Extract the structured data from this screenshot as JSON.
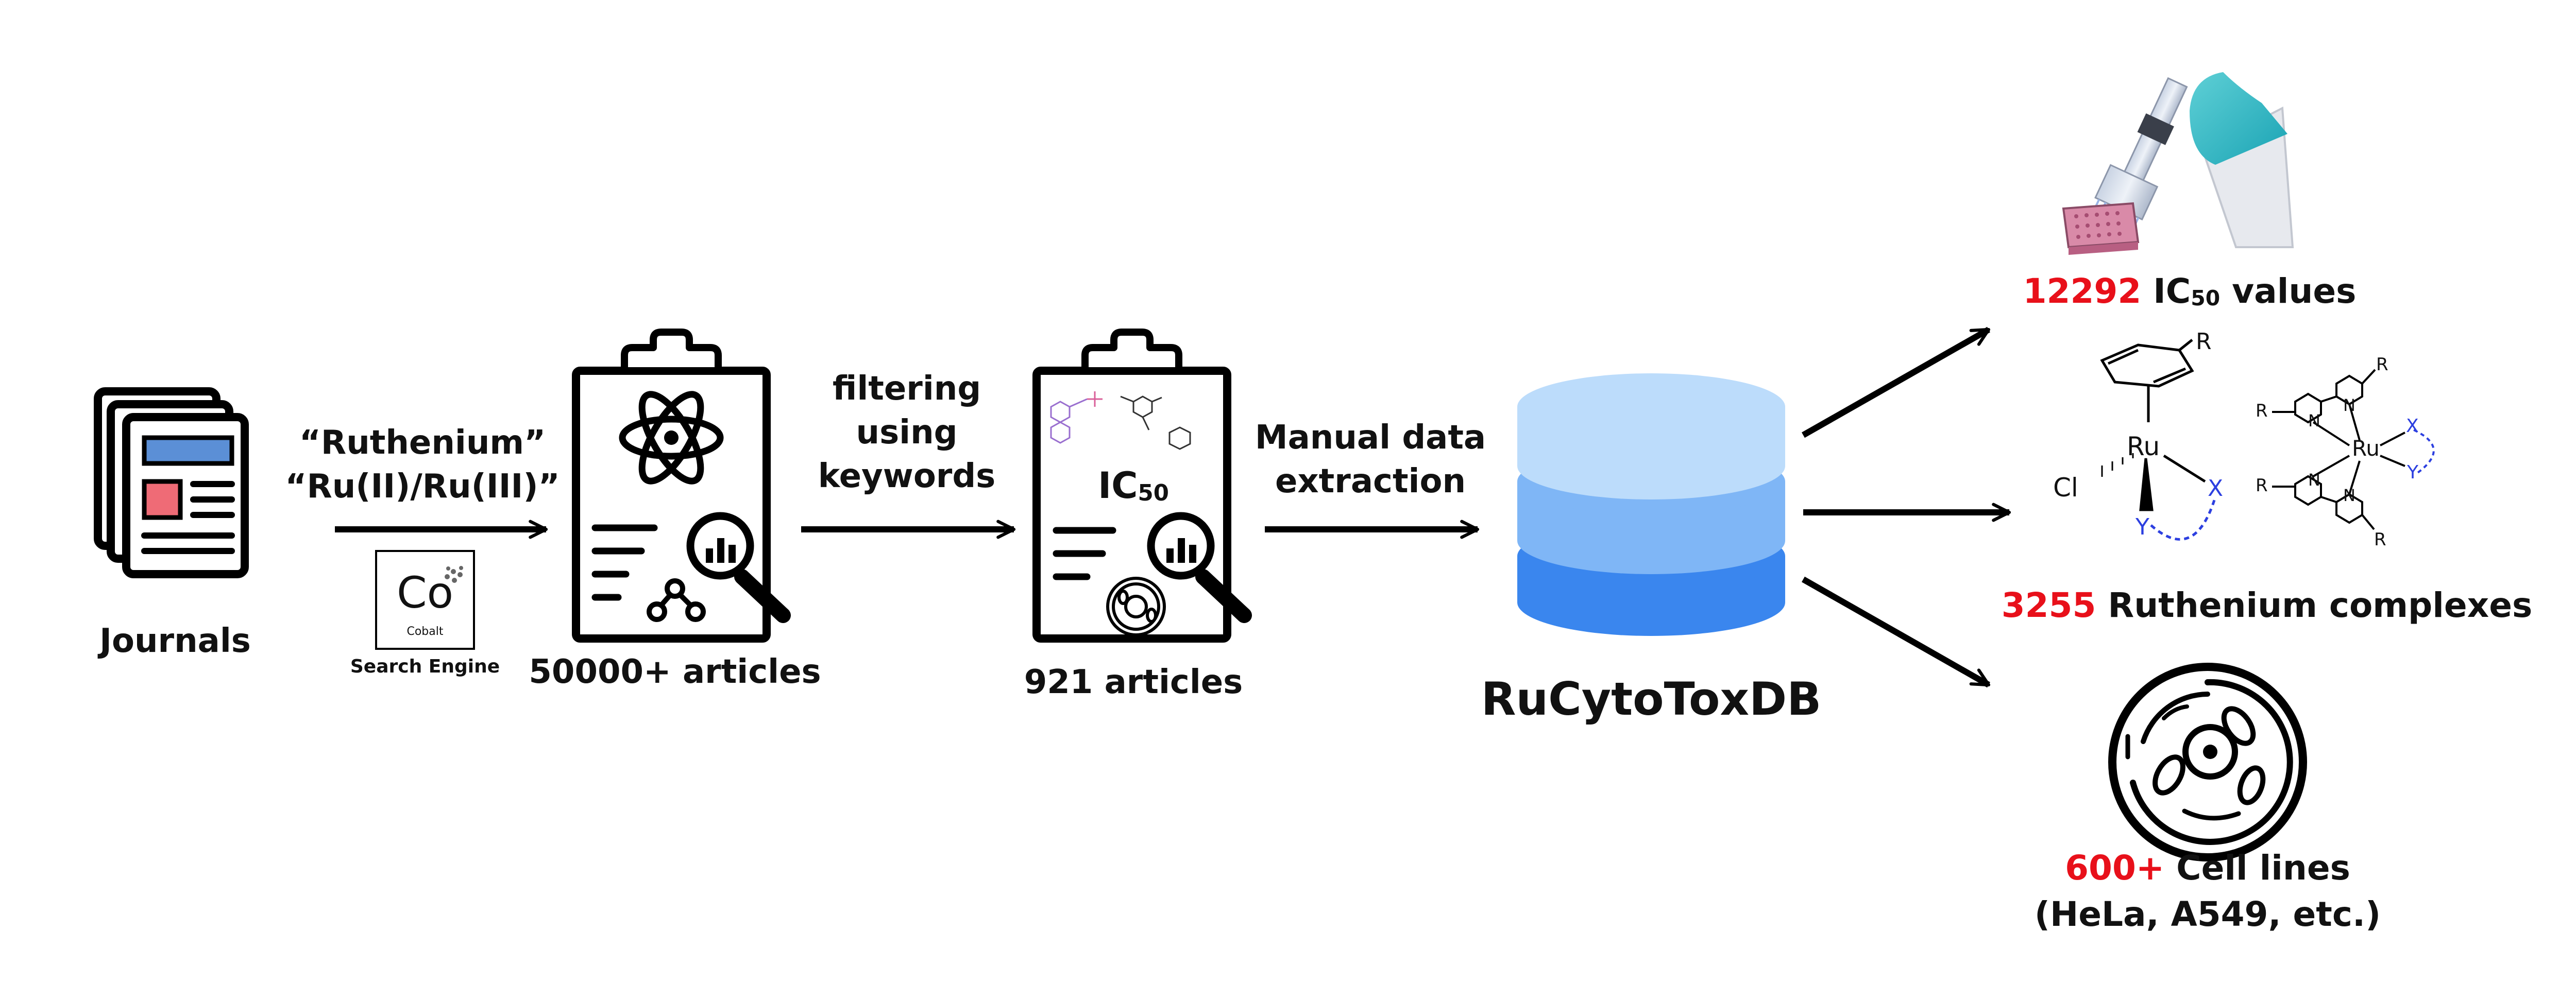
{
  "source": {
    "journals_label": "Journals",
    "search_terms": [
      "“Ruthenium”",
      "“Ru(II)/Ru(III)”"
    ],
    "search_engine": {
      "logo_symbol": "Co",
      "logo_subtitle": "Cobalt",
      "label": "Search Engine"
    }
  },
  "stage_all": {
    "label": "50000+ articles"
  },
  "filter_step": {
    "lines": [
      "filtering",
      "using",
      "keywords"
    ]
  },
  "stage_filtered": {
    "ic50_main": "IC",
    "ic50_sub": "50",
    "label": "921 articles"
  },
  "extraction_step": {
    "lines": [
      "Manual data",
      "extraction"
    ]
  },
  "database": {
    "name": "RuCytoToxDB",
    "colors": [
      "#bcdcfb",
      "#7fb6f6",
      "#3a86ee"
    ]
  },
  "outputs": {
    "ic50": {
      "count": "12292",
      "main": " IC",
      "sub": "50",
      "tail": " values"
    },
    "complexes": {
      "count": "3255",
      "label": " Ruthenium complexes"
    },
    "cells": {
      "count": "600+",
      "label": " Cell lines",
      "sub_label": "(HeLa, A549, etc.)"
    },
    "highlight_color": "#e8101a"
  },
  "chem": {
    "ru1": "Ru",
    "cl": "Cl",
    "x1": "X",
    "y1": "Y",
    "r1": "R",
    "ru2": "Ru",
    "x2": "X",
    "y2": "Y",
    "n": "N",
    "r": "R"
  },
  "icons": {
    "journal": "newspaper-stack-icon",
    "clipboard": "clipboard-research-icon",
    "database": "database-cylinder-icon",
    "pipette": "pipette-well-plate-icon",
    "cell": "cell-icon"
  }
}
